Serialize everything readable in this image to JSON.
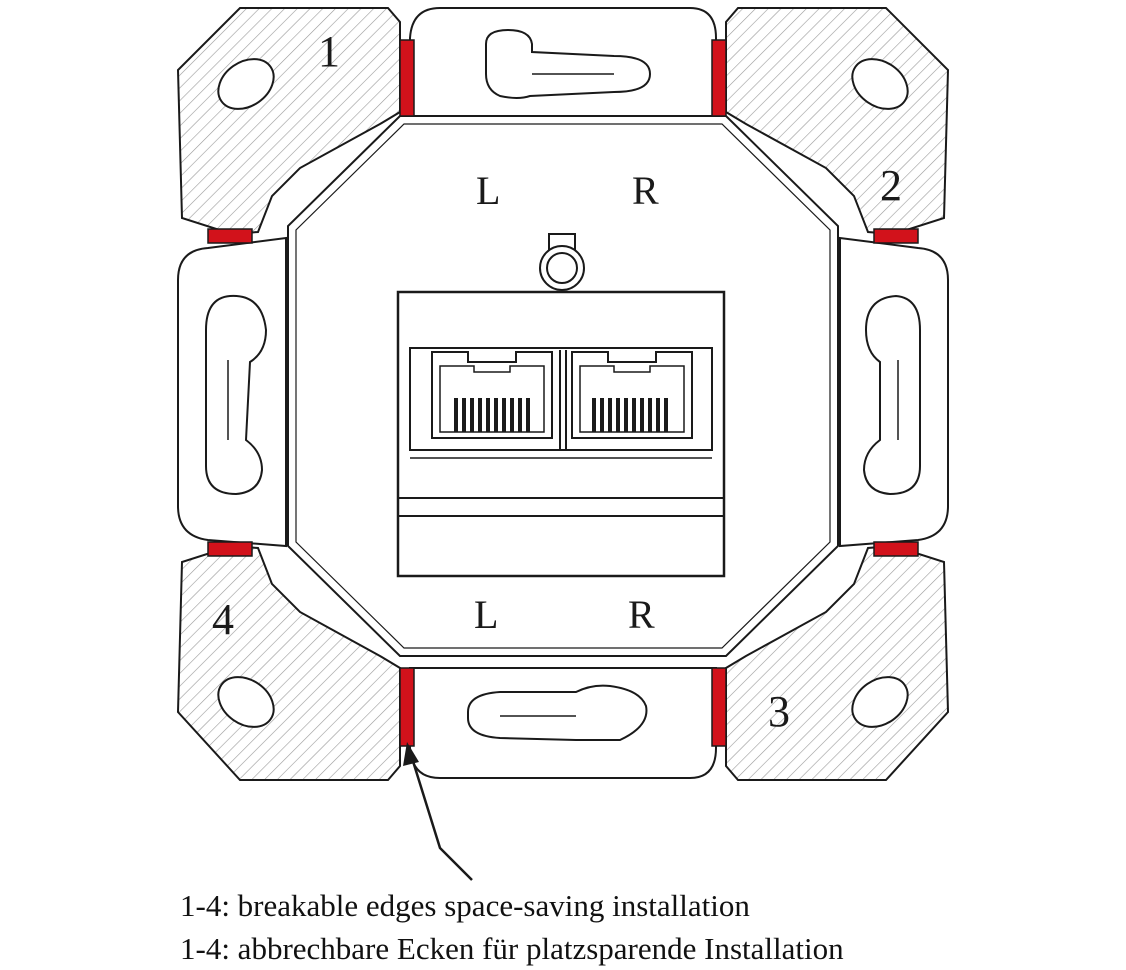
{
  "corner_labels": [
    "1",
    "2",
    "3",
    "4"
  ],
  "port_labels": {
    "top_left": "L",
    "top_right": "R",
    "bottom_left": "L",
    "bottom_right": "R"
  },
  "caption": {
    "english": "1-4: breakable edges space-saving installation",
    "german": "1-4: abbrechbare Ecken für platzsparende Installation"
  },
  "colors": {
    "break_marker": "#d2121b",
    "outline": "#1a1a1a",
    "hatch": "#9a9a9a"
  }
}
